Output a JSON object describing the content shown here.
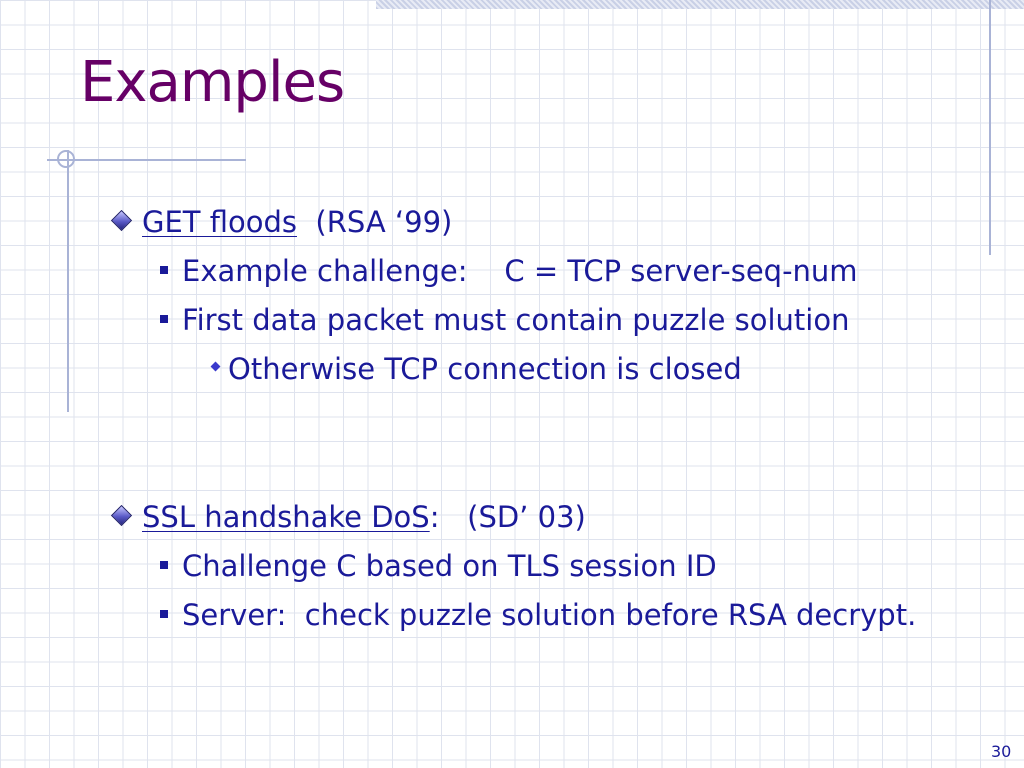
{
  "slide": {
    "title": "Examples",
    "page_number": "30"
  },
  "sections": [
    {
      "link_text": "GET floods",
      "suffix": "  (RSA ‘99)",
      "bullets": [
        "Example challenge:    C = TCP server-seq-num",
        "First data packet must contain puzzle solution"
      ],
      "sub_bullets": [
        "Otherwise TCP connection is closed"
      ]
    },
    {
      "link_text": "SSL handshake DoS",
      "suffix": ":   (SD’ 03)",
      "bullets": [
        "Challenge C based on TLS session ID",
        "Server:  check puzzle solution before RSA decrypt."
      ]
    }
  ],
  "icons": {
    "level1": "diamond-icon",
    "level2": "square-icon",
    "level3": "small-diamond-icon"
  },
  "colors": {
    "title": "#660066",
    "body_text": "#1a1a99",
    "decor_lines": "#a9b3d6"
  }
}
